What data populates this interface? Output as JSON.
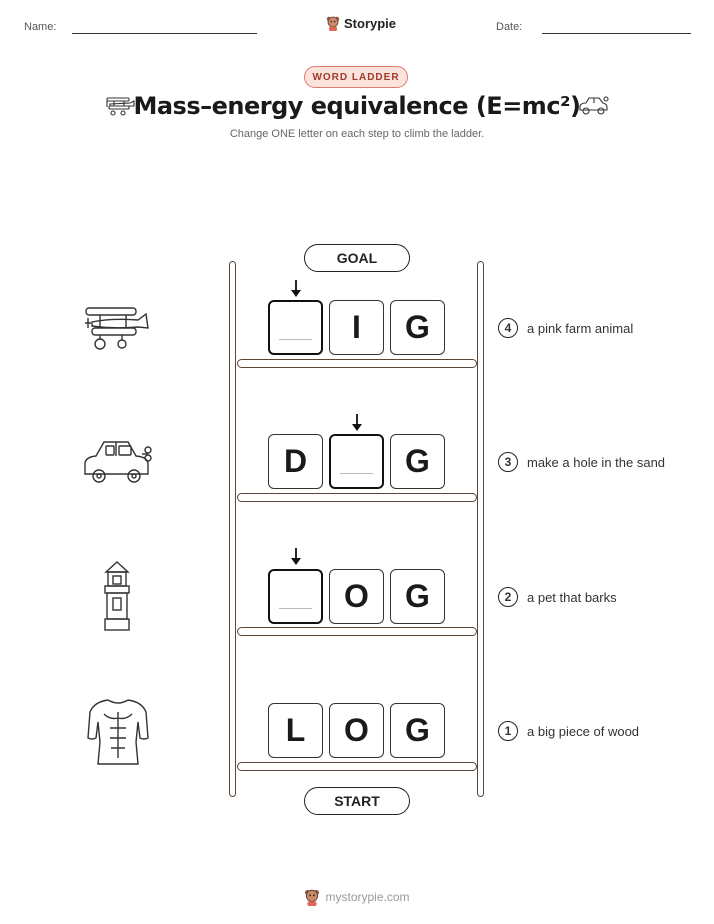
{
  "header": {
    "name_label": "Name:",
    "date_label": "Date:",
    "brand": "Storypie"
  },
  "badge": "WORD LADDER",
  "title": "Mass–energy equivalence (E=mc²)",
  "subtitle": "Change ONE letter on each step to climb the ladder.",
  "goal_label": "GOAL",
  "start_label": "START",
  "rows": [
    {
      "letters": [
        "",
        "I",
        "G"
      ],
      "number": "4",
      "clue": "a pink farm animal",
      "icon": "biplane-icon"
    },
    {
      "letters": [
        "D",
        "",
        "G"
      ],
      "number": "3",
      "clue": "make a hole in the sand",
      "icon": "toy-car-icon"
    },
    {
      "letters": [
        "",
        "O",
        "G"
      ],
      "number": "2",
      "clue": "a pet that barks",
      "icon": "tower-icon"
    },
    {
      "letters": [
        "L",
        "O",
        "G"
      ],
      "number": "1",
      "clue": "a big piece of wood",
      "icon": "torso-icon"
    }
  ],
  "footer": "mystorypie.com"
}
